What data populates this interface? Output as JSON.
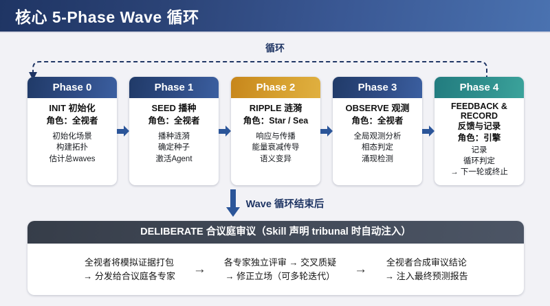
{
  "header": {
    "title": "核心 5-Phase Wave 循环"
  },
  "loop": {
    "label": "循环",
    "arrow_icon": "dashed-loop-arrow-icon"
  },
  "phases": [
    {
      "badge": "Phase 0",
      "color": "#2f4c85",
      "title": "INIT 初始化",
      "role": "角色：全视者",
      "items": [
        "初始化场景",
        "构建拓扑",
        "估计总waves"
      ]
    },
    {
      "badge": "Phase 1",
      "color": "#2f4c85",
      "title": "SEED 播种",
      "role": "角色：全视者",
      "items": [
        "播种涟漪",
        "确定种子",
        "激活Agent"
      ]
    },
    {
      "badge": "Phase 2",
      "color": "#d6a02f",
      "title": "RIPPLE 涟漪",
      "role": "角色：Star / Sea",
      "items": [
        "响应与传播",
        "能量衰减传导",
        "语义变异"
      ]
    },
    {
      "badge": "Phase 3",
      "color": "#2f4c85",
      "title": "OBSERVE 观测",
      "role": "角色：全视者",
      "items": [
        "全局观测分析",
        "相态判定",
        "涌现检测"
      ]
    },
    {
      "badge": "Phase 4",
      "color": "#2f8f8d",
      "title": "FEEDBACK &\nRECORD\n反馈与记录",
      "title_line1": "FEEDBACK &",
      "title_line2": "RECORD",
      "title_line3": "反馈与记录",
      "role": "角色：引擎",
      "items": [
        "记录",
        "循环判定",
        "→ 下一轮或终止"
      ]
    }
  ],
  "transition": {
    "arrow_icon": "down-arrow-icon",
    "label": "Wave 循环结束后"
  },
  "deliberate": {
    "header": "DELIBERATE 合议庭审议（Skill 声明 tribunal 时自动注入）",
    "separator": "→",
    "columns": [
      {
        "line1": "全视者将模拟证据打包",
        "line2": "→ 分发给合议庭各专家"
      },
      {
        "line1": "各专家独立评审 → 交叉质疑",
        "line2": "→ 修正立场（可多轮迭代）"
      },
      {
        "line1": "全视者合成审议结论",
        "line2": "→ 注入最终预测报告"
      }
    ]
  }
}
